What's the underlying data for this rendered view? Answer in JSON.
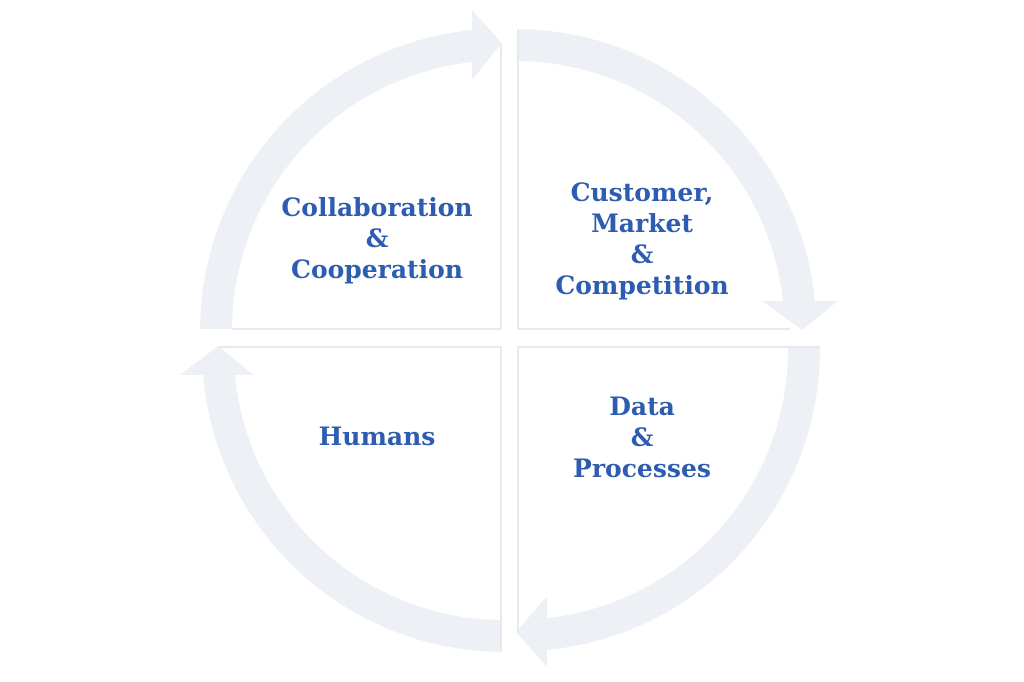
{
  "diagram": {
    "colors": {
      "ring": "#edf0f4",
      "divider": "#e6e9ee",
      "text": "#2d5cb0",
      "background": "#ffffff"
    },
    "quadrants": {
      "top_left": {
        "lines": [
          "Collaboration",
          "&",
          "Cooperation"
        ]
      },
      "top_right": {
        "lines": [
          "Customer,",
          "Market",
          "&",
          "Competition"
        ]
      },
      "bottom_right": {
        "lines": [
          "Data",
          "&",
          "Processes"
        ]
      },
      "bottom_left": {
        "lines": [
          "Humans"
        ]
      }
    }
  }
}
